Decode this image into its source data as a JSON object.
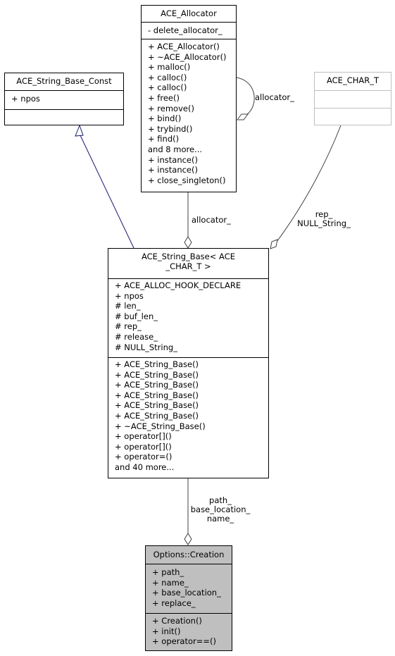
{
  "classes": {
    "allocator": {
      "title": "ACE_Allocator",
      "attributes": [
        "- delete_allocator_"
      ],
      "methods": [
        "+ ACE_Allocator()",
        "+ ~ACE_Allocator()",
        "+ malloc()",
        "+ calloc()",
        "+ calloc()",
        "+ free()",
        "+ remove()",
        "+ bind()",
        "+ trybind()",
        "+ find()",
        "and 8 more...",
        "+ instance()",
        "+ instance()",
        "+ close_singleton()"
      ]
    },
    "string_base_const": {
      "title": "ACE_String_Base_Const",
      "attributes": [
        "+ npos"
      ],
      "methods": []
    },
    "char_t": {
      "title": "ACE_CHAR_T",
      "attributes": [],
      "methods": []
    },
    "string_base": {
      "title_line1": "ACE_String_Base< ACE",
      "title_line2": "_CHAR_T >",
      "attributes": [
        "+ ACE_ALLOC_HOOK_DECLARE",
        "+ npos",
        "# len_",
        "# buf_len_",
        "# rep_",
        "# release_",
        "# NULL_String_"
      ],
      "methods": [
        "+ ACE_String_Base()",
        "+ ACE_String_Base()",
        "+ ACE_String_Base()",
        "+ ACE_String_Base()",
        "+ ACE_String_Base()",
        "+ ACE_String_Base()",
        "+ ~ACE_String_Base()",
        "+ operator[]()",
        "+ operator[]()",
        "+ operator=()",
        "and 40 more..."
      ]
    },
    "creation": {
      "title": "Options::Creation",
      "attributes": [
        "+ path_",
        "+ name_",
        "+ base_location_",
        "+ replace_"
      ],
      "methods": [
        "+ Creation()",
        "+ init()",
        "+ operator==()"
      ]
    }
  },
  "edge_labels": {
    "self_allocator": "allocator_",
    "allocator_to_string": "allocator_",
    "chart_rep": "rep_",
    "chart_null": "NULL_String_",
    "creation_path": "path_",
    "creation_base": "base_location_",
    "creation_name": "name_"
  },
  "colors": {
    "inheritance_edge": "#191970",
    "association_edge": "#404040",
    "highlight_fill": "#bfbfbf",
    "template_border": "#bfbfbf"
  }
}
